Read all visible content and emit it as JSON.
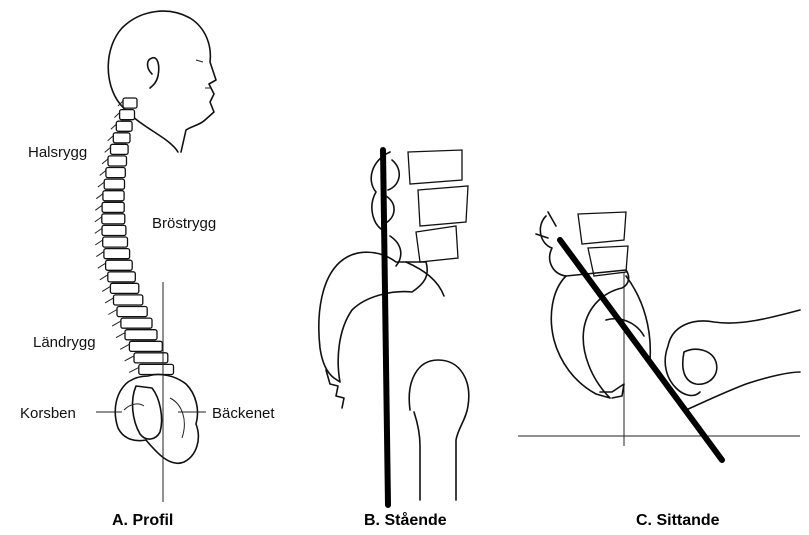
{
  "panels": {
    "a": {
      "caption": "A. Profil",
      "labels": {
        "neck": "Halsrygg",
        "thoracic": "Bröstrygg",
        "lumbar": "Ländrygg",
        "sacrum": "Korsben",
        "pelvis": "Bäckenet"
      }
    },
    "b": {
      "caption": "B. Stående"
    },
    "c": {
      "caption": "C. Sittande"
    }
  }
}
